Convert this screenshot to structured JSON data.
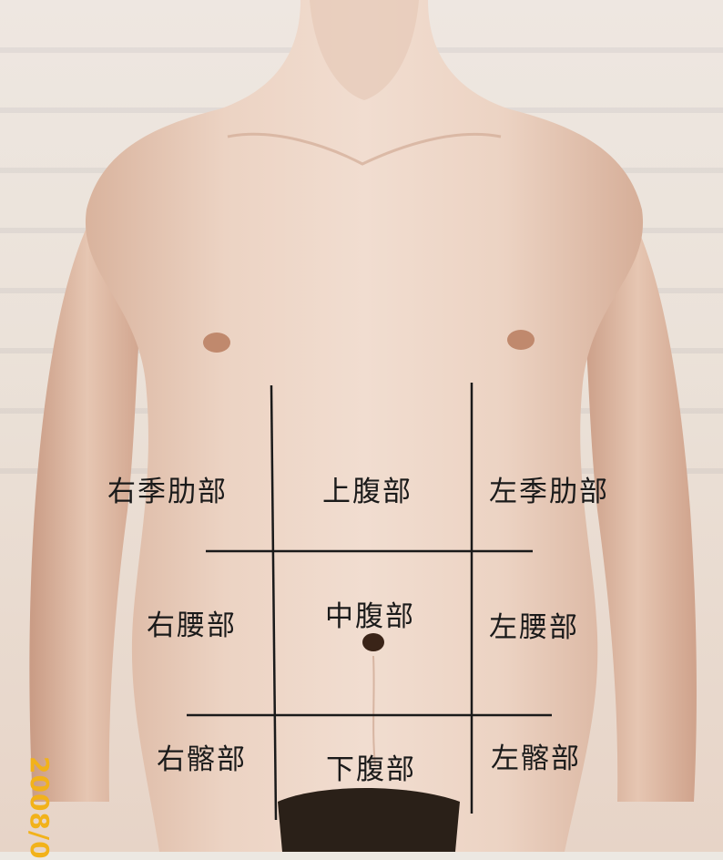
{
  "figure": {
    "regions": {
      "right_hypochondriac": "右季肋部",
      "epigastric": "上腹部",
      "left_hypochondriac": "左季肋部",
      "right_lumbar": "右腰部",
      "umbilical": "中腹部",
      "left_lumbar": "左腰部",
      "right_iliac": "右髂部",
      "hypogastric": "下腹部",
      "left_iliac": "左髂部"
    }
  },
  "stamp": {
    "date": "2008/0"
  },
  "colors": {
    "skin": "#e8cbb8",
    "skin_shadow": "#cfa48c",
    "line": "#1a1a1a",
    "stamp": "#f2b21a"
  }
}
